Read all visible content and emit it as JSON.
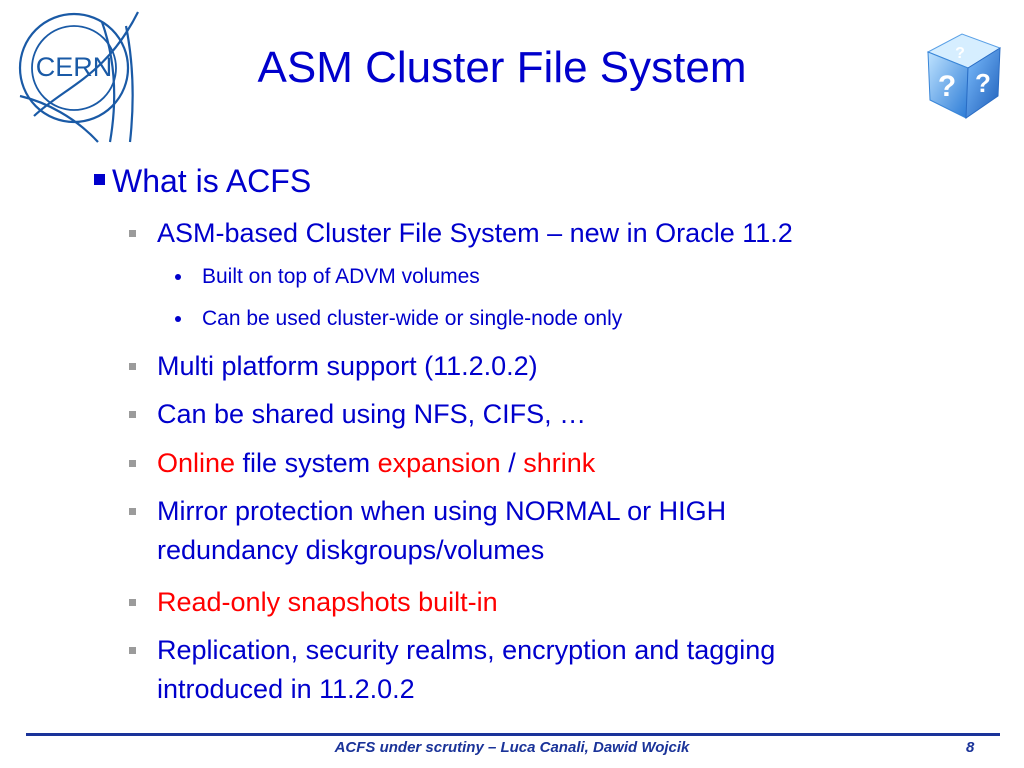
{
  "slide": {
    "title": "ASM Cluster File System",
    "logo_text": "CERN",
    "bullets": {
      "b1": "What is ACFS",
      "b1_1": "ASM-based Cluster File System – new in Oracle 11.2",
      "b1_1_1": "Built on top of ADVM volumes",
      "b1_1_2": "Can be used cluster-wide or single-node only",
      "b1_2": "Multi platform support (11.2.0.2)",
      "b1_3": "Can be shared using NFS, CIFS, …",
      "b1_4": {
        "part1": "Online",
        "part2": " file system ",
        "part3": "expansion",
        "part4": " / ",
        "part5": "shrink"
      },
      "b1_5_line1": "Mirror protection when using NORMAL or HIGH",
      "b1_5_line2": "redundancy diskgroups/volumes",
      "b1_6": "Read-only snapshots built-in",
      "b1_7_line1": "Replication, security realms, encryption and tagging",
      "b1_7_line2": "introduced in 11.2.0.2"
    },
    "footer": "ACFS under scrutiny – Luca Canali, Dawid Wojcik",
    "page_number": "8"
  },
  "colors": {
    "text_blue": "#0000cc",
    "highlight_red": "#ff0000",
    "footer_blue": "#1a3399",
    "sub_bullet_grey": "#9b9b9b"
  },
  "icons": {
    "logo": "cern-logo-icon",
    "dice": "question-dice-icon"
  }
}
